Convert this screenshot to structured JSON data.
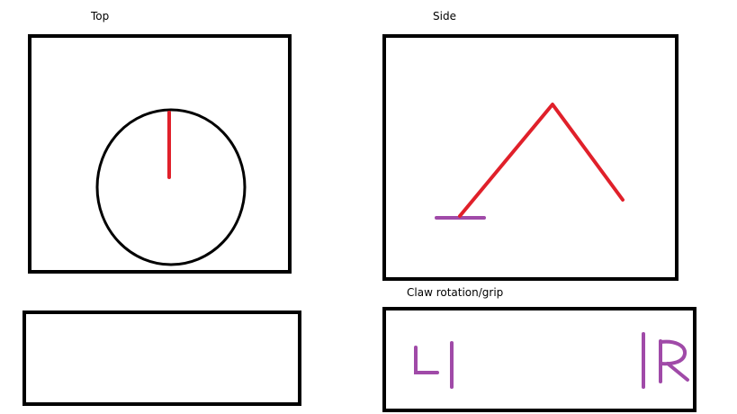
{
  "labels": {
    "top": "Top",
    "side": "Side",
    "claw": "Claw rotation/grip"
  },
  "colors": {
    "outline": "#000000",
    "arm": "#e0202a",
    "accent": "#a04aa8"
  }
}
